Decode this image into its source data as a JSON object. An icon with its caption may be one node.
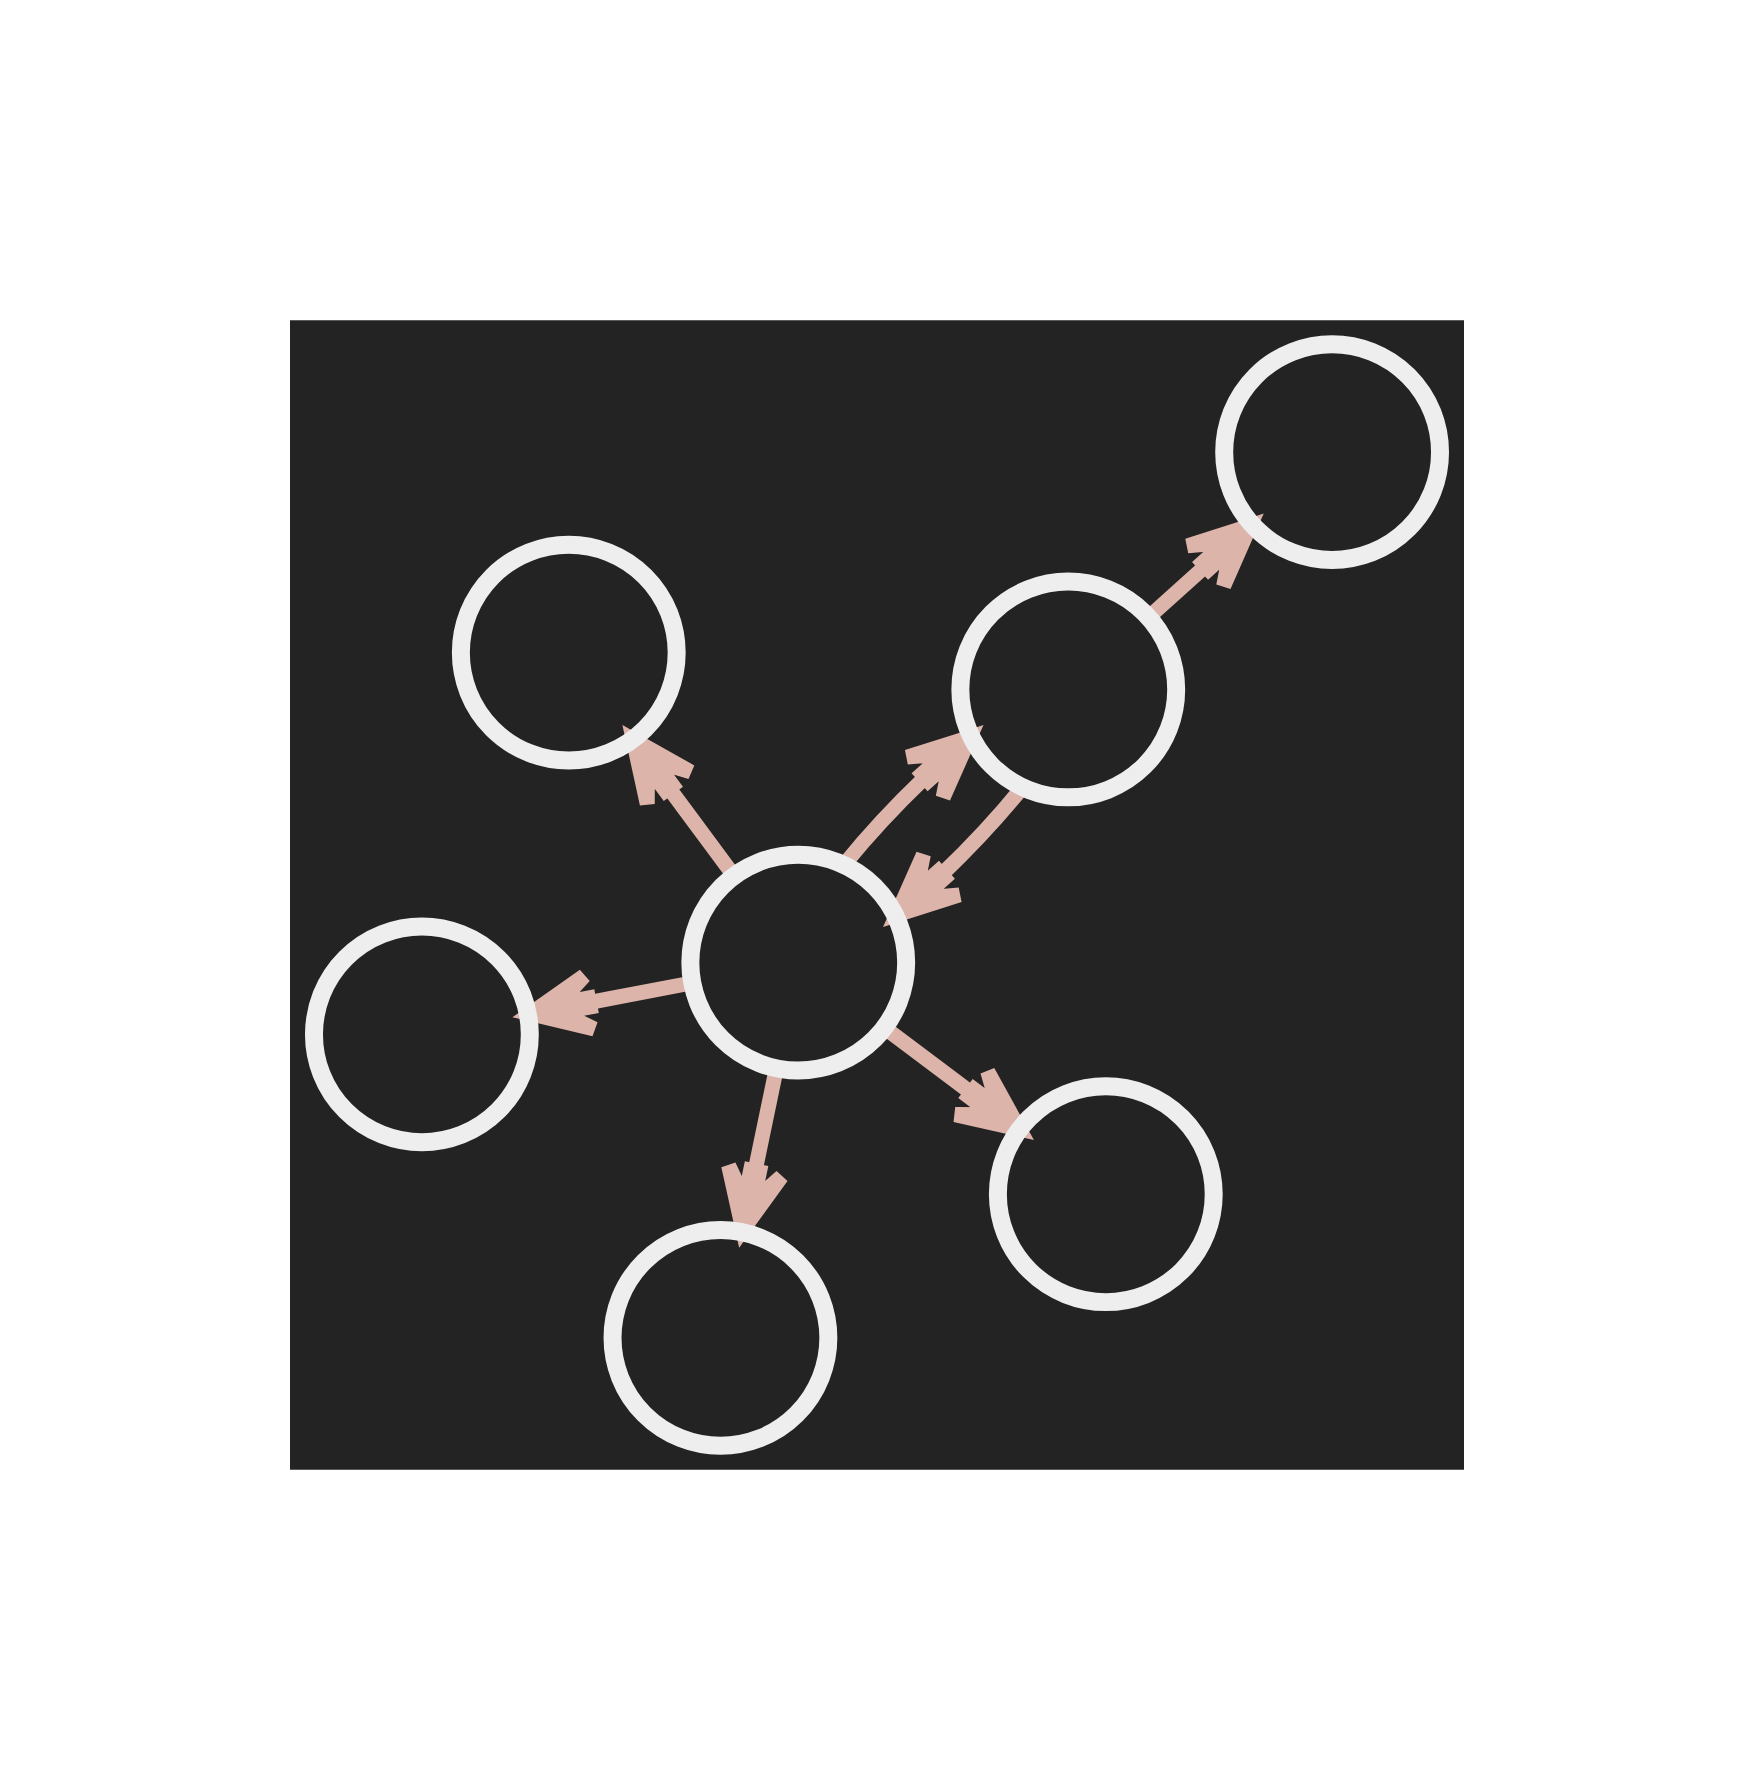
{
  "diagram": {
    "nodes": [
      {
        "text": [],
        "shape": "circle"
      },
      {
        "text": [],
        "shape": "circle"
      },
      {
        "text": [],
        "shape": "circle"
      },
      {
        "text": [],
        "shape": "circle"
      },
      {
        "text": [],
        "shape": "circle"
      },
      {
        "text": [],
        "shape": "circle"
      },
      {
        "text": [],
        "shape": "circle"
      }
    ],
    "edges": [
      {
        "from": 2,
        "to": 0,
        "arrow": "to"
      },
      {
        "from": 2,
        "to": 1,
        "arrow": "to"
      },
      {
        "from": 2,
        "to": 3,
        "arrow": "to"
      },
      {
        "from": 3,
        "to": 2,
        "arrow": "to"
      },
      {
        "from": 3,
        "to": 4,
        "arrow": "to"
      },
      {
        "from": 2,
        "to": 5,
        "arrow": "to"
      },
      {
        "from": 2,
        "to": 6,
        "arrow": "to"
      }
    ]
  }
}
